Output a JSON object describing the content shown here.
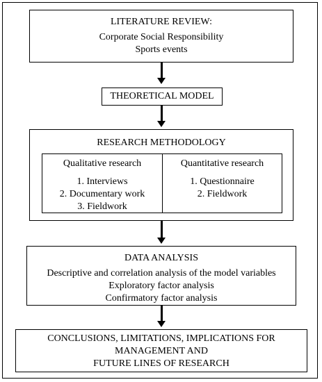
{
  "literature_review": {
    "title": "LITERATURE REVIEW:",
    "items": [
      "Corporate Social Responsibility",
      "Sports events"
    ]
  },
  "theoretical_model": {
    "title": "THEORETICAL MODEL"
  },
  "research_methodology": {
    "title": "RESEARCH METHODOLOGY",
    "qualitative": {
      "title": "Qualitative research",
      "items": [
        "1. Interviews",
        "2. Documentary work",
        "3. Fieldwork"
      ]
    },
    "quantitative": {
      "title": "Quantitative research",
      "items": [
        "1. Questionnaire",
        "2. Fieldwork"
      ]
    }
  },
  "data_analysis": {
    "title": "DATA ANALYSIS",
    "items": [
      "Descriptive and correlation analysis of the model variables",
      "Exploratory factor analysis",
      "Confirmatory factor analysis"
    ]
  },
  "conclusions": {
    "lines": [
      "CONCLUSIONS, LIMITATIONS, IMPLICATIONS FOR",
      "MANAGEMENT AND",
      "FUTURE LINES OF RESEARCH"
    ]
  }
}
